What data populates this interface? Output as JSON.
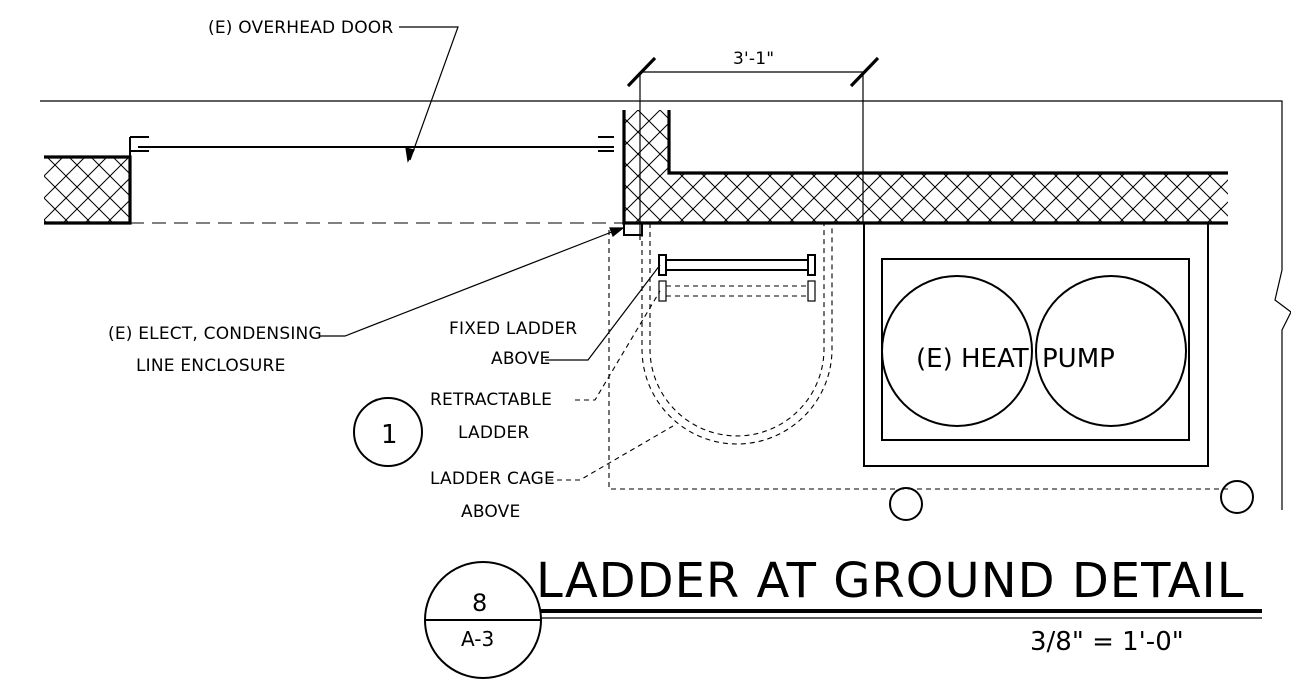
{
  "title": "LADDER  AT GROUND DETAIL",
  "scale": "3/8\" = 1'-0\"",
  "detail_bubble": {
    "number": "8",
    "sheet": "A-3"
  },
  "keynote": "1",
  "dimension": "3'-1\"",
  "labels": {
    "overhead_door": "(E) OVERHEAD DOOR",
    "elect_line1": "(E) ELECT, CONDENSING",
    "elect_line2": "LINE ENCLOSURE",
    "fixed_ladder_line1": "FIXED LADDER",
    "fixed_ladder_line2": "ABOVE",
    "retractable_line1": "RETRACTABLE",
    "retractable_line2": "LADDER",
    "cage_line1": "LADDER CAGE",
    "cage_line2": "ABOVE",
    "heat_pump_left": "(E) HEAT",
    "heat_pump_right": "PUMP"
  }
}
